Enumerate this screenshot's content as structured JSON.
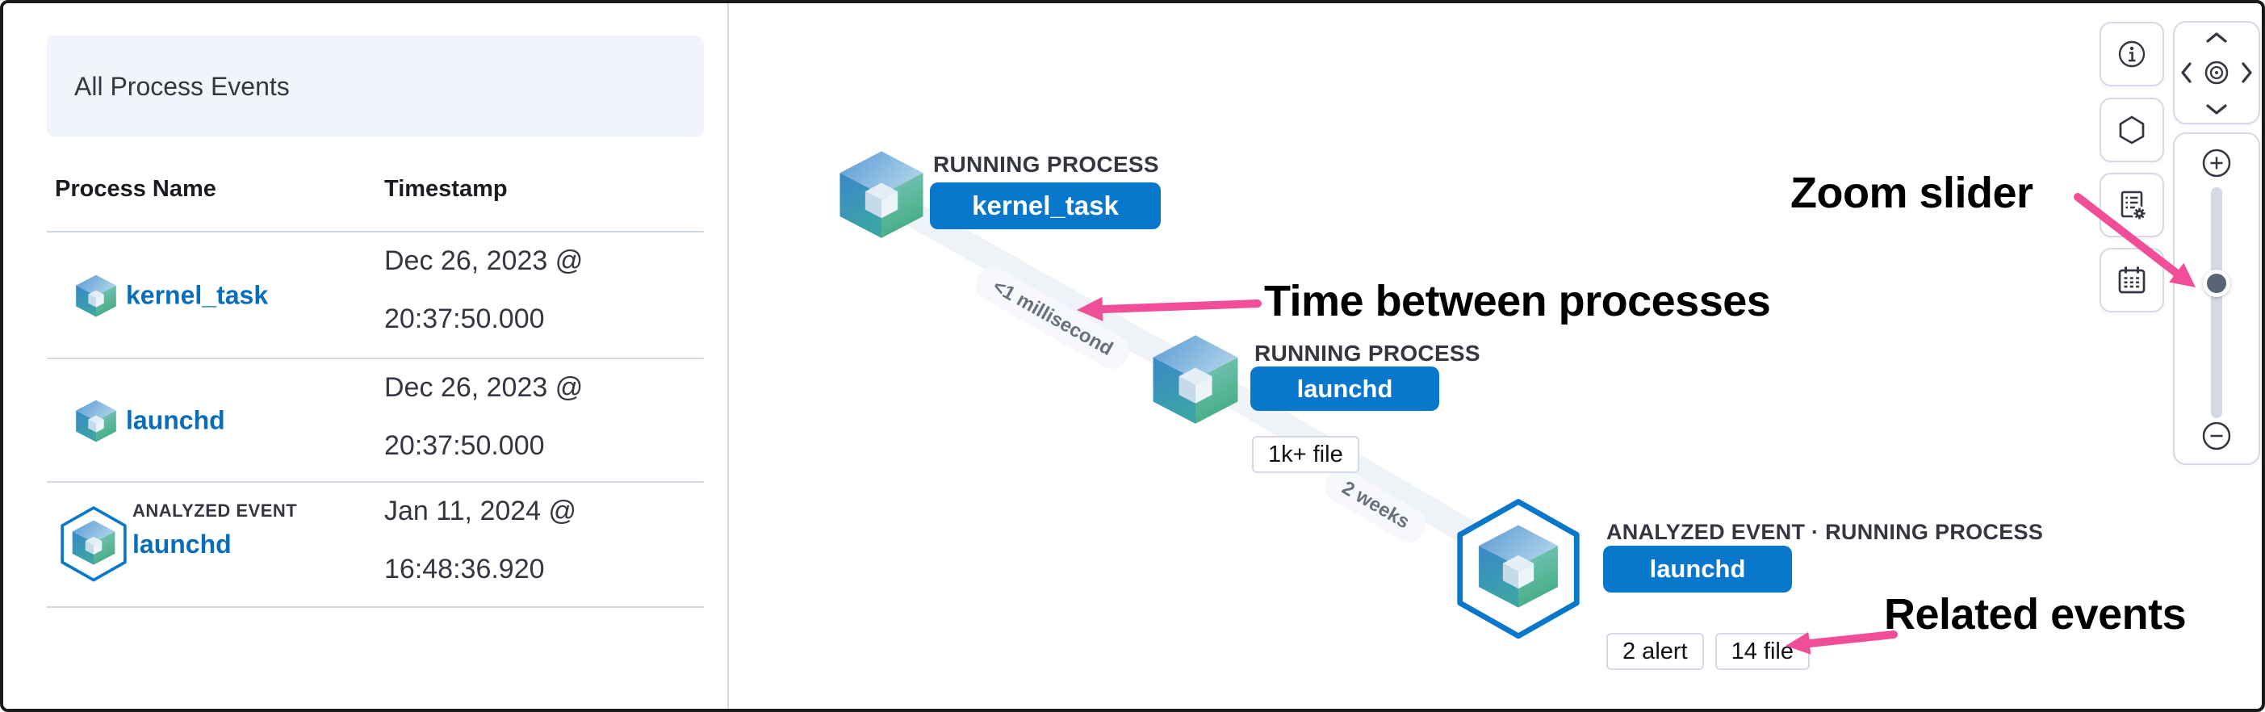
{
  "left_panel": {
    "title": "All Process Events",
    "columns": {
      "name": "Process Name",
      "timestamp": "Timestamp"
    },
    "rows": [
      {
        "name": "kernel_task",
        "badge": "",
        "ts1": "Dec 26, 2023 @",
        "ts2": "20:37:50.000"
      },
      {
        "name": "launchd",
        "badge": "",
        "ts1": "Dec 26, 2023 @",
        "ts2": "20:37:50.000"
      },
      {
        "name": "launchd",
        "badge": "ANALYZED EVENT",
        "ts1": "Jan 11, 2024 @",
        "ts2": "16:48:36.920"
      }
    ]
  },
  "graph": {
    "nodes": [
      {
        "type": "RUNNING PROCESS",
        "name": "kernel_task",
        "related": []
      },
      {
        "type": "RUNNING PROCESS",
        "name": "launchd",
        "related": [
          "1k+ file"
        ]
      },
      {
        "type": "ANALYZED EVENT · RUNNING PROCESS",
        "name": "launchd",
        "related": [
          "2 alert",
          "14 file"
        ]
      }
    ],
    "edges": [
      {
        "label": "<1 millisecond"
      },
      {
        "label": "2 weeks"
      }
    ]
  },
  "annotations": {
    "time_between_processes": "Time between processes",
    "zoom_slider": "Zoom slider",
    "related_events": "Related events"
  },
  "controls": {
    "buttons": [
      {
        "icon": "info-icon"
      },
      {
        "icon": "hexagon-icon"
      },
      {
        "icon": "schema-settings-icon"
      },
      {
        "icon": "date-picker-icon"
      }
    ],
    "pan": [
      "chevron-up-icon",
      "chevron-left-icon",
      "center-camera-icon",
      "chevron-right-icon",
      "chevron-down-icon"
    ],
    "zoom": [
      "zoom-in-icon",
      "zoom-out-icon"
    ]
  },
  "colors": {
    "accent_pink": "#F04E98",
    "primary_blue": "#0877CC",
    "link_blue": "#0A6DBB",
    "text_dark": "#343741",
    "border_gray": "#D3DAE6",
    "edge_gray": "#EFF2F7"
  }
}
